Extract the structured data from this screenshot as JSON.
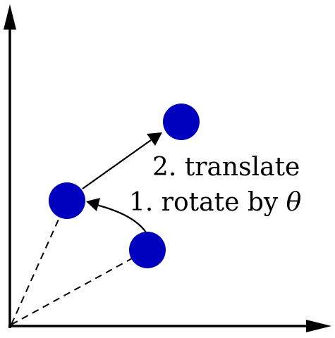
{
  "labels": {
    "translate_step": "2. translate",
    "rotate_step_prefix": "1. rotate by ",
    "rotate_symbol": "θ"
  },
  "colors": {
    "point_fill": "#0000bf",
    "line_color": "#000000",
    "background": "#ffffff"
  },
  "icons": {
    "y_axis_arrow": "arrowhead-up",
    "x_axis_arrow": "arrowhead-right",
    "translate_arrow": "arrowhead",
    "rotate_arrow": "arrowhead"
  }
}
